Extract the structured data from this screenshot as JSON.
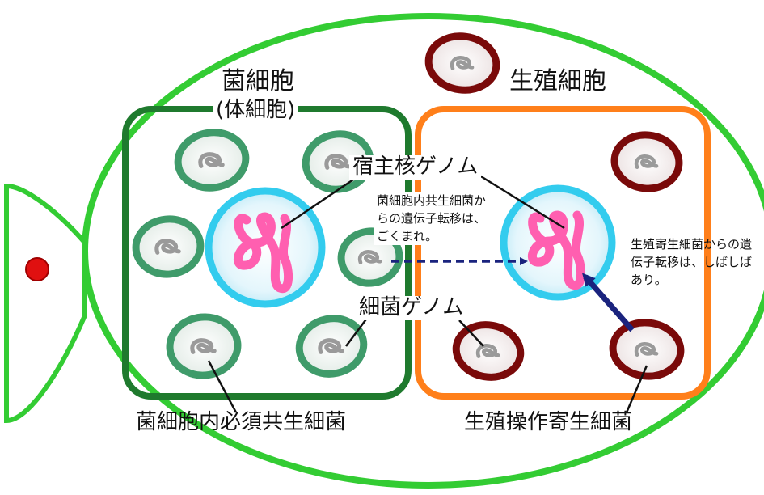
{
  "labels": {
    "bacteriocyte": "菌細胞",
    "somatic_cell": "(体細胞)",
    "germ_cell": "生殖細胞",
    "host_nuclear_genome": "宿主核ゲノム",
    "bacterial_genome": "細菌ゲノム",
    "obligate_symbiont": "菌細胞内必須共生細菌",
    "reproductive_manipulator": "生殖操作寄生細菌",
    "rare_transfer_text": "菌細胞内共生細菌からの遺伝子転移は、ごくまれ。",
    "frequent_transfer_text": "生殖寄生細菌からの遺伝子転移は、しばしばあり。"
  },
  "colors": {
    "body_outline": "#33cc33",
    "bacteriocyte_box": "#1f7a2e",
    "germ_box": "#ff7f1a",
    "nucleus_ring": "#33ccee",
    "chromosome": "#ff5fb0",
    "symbiont": "#3f9b6a",
    "parasite": "#7a0a0a",
    "eye": "#e01010",
    "arrow": "#1a237e"
  }
}
